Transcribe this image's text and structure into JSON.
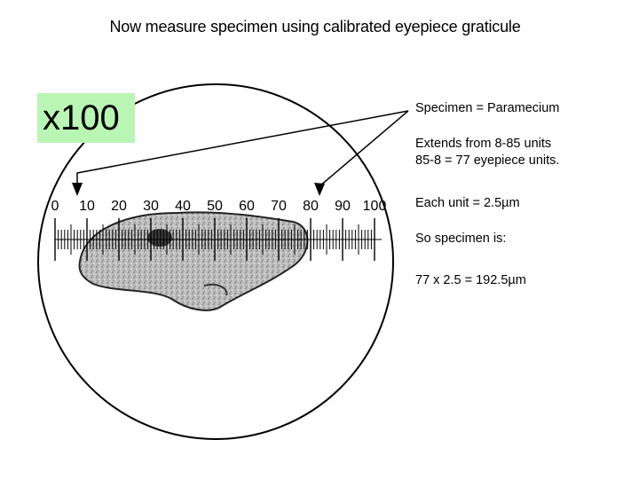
{
  "slide": {
    "title": "Now measure specimen using calibrated eyepiece graticule"
  },
  "magnification": "x100",
  "scale": {
    "tick_labels": [
      "0",
      "10",
      "20",
      "30",
      "40",
      "50",
      "60",
      "70",
      "80",
      "90",
      "100"
    ]
  },
  "notes": {
    "specimen": "Specimen = Paramecium",
    "extends_line1": "Extends from 8-85 units",
    "extends_line2": "85-8 = 77 eyepiece units.",
    "unit": "Each unit = 2.5µm",
    "so_specimen": "So specimen is:",
    "calculation": "77 x 2.5 = 192.5µm"
  },
  "colors": {
    "mag_bg": "#b9f5b4",
    "field_ring": "#000000",
    "specimen_fill": "#b8b8b8"
  }
}
